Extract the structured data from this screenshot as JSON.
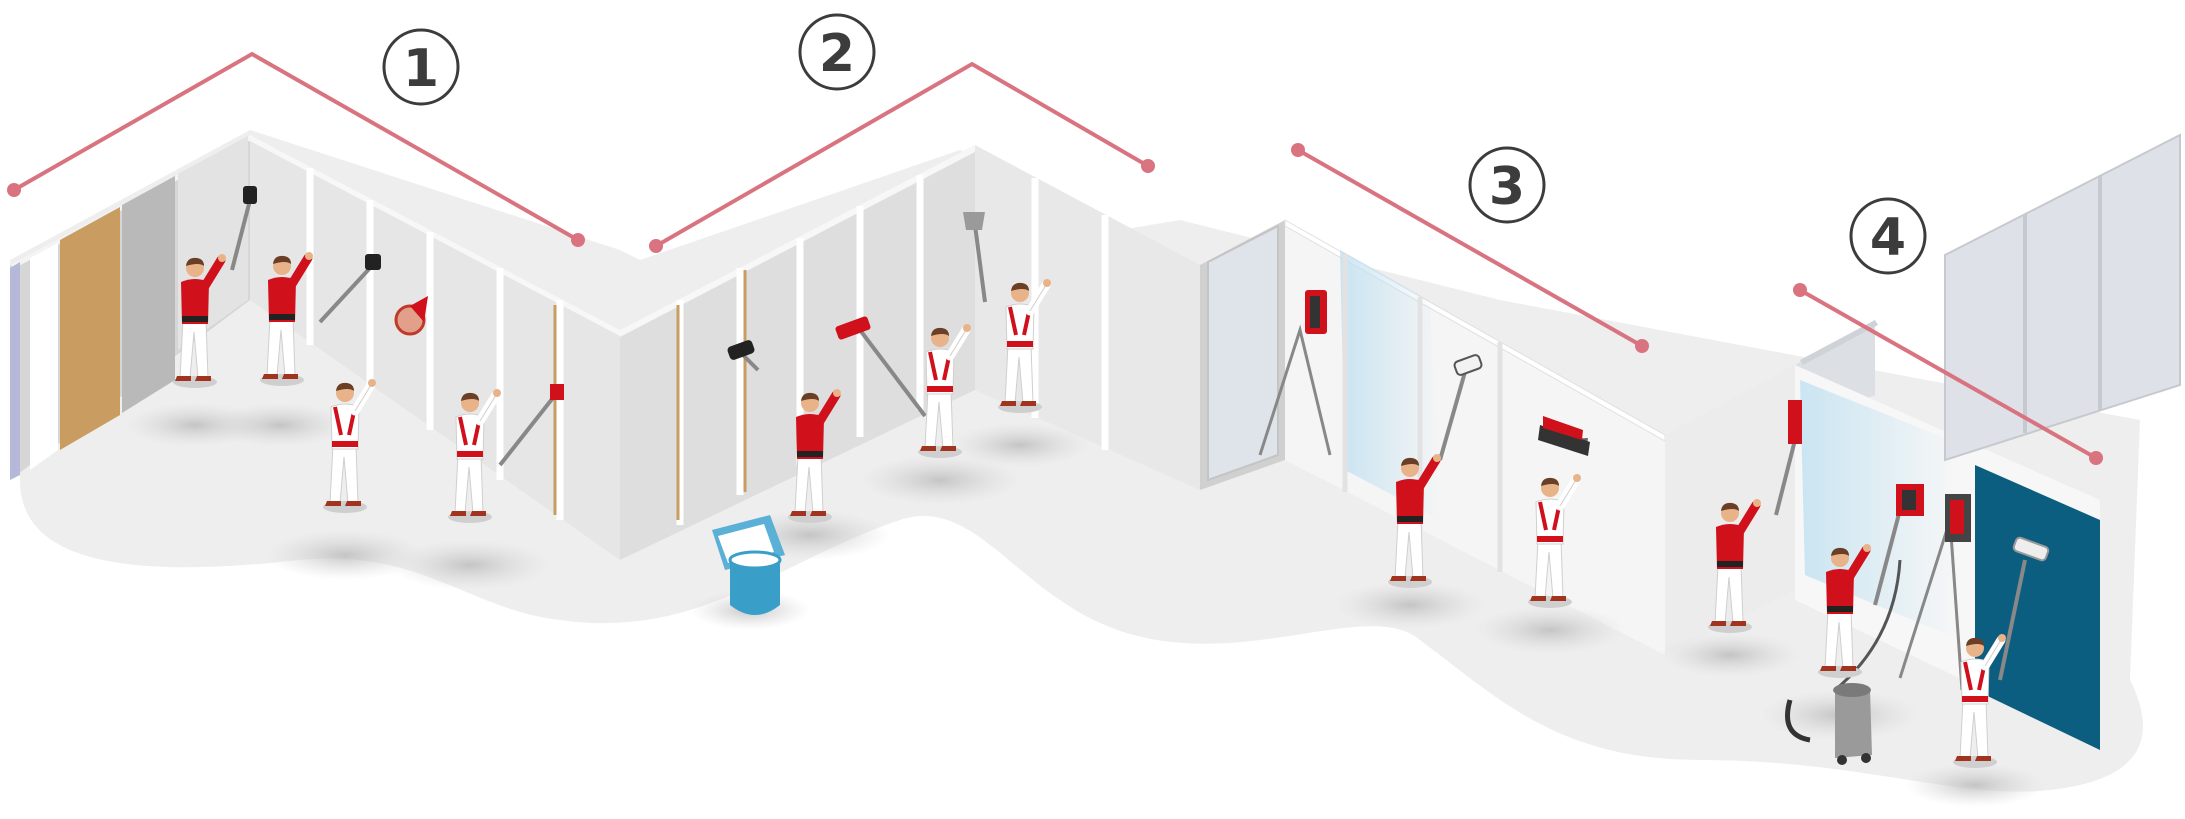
{
  "steps": [
    {
      "number": "1"
    },
    {
      "number": "2"
    },
    {
      "number": "3"
    },
    {
      "number": "4"
    }
  ],
  "colors": {
    "accent_line": "#d9737f",
    "shirt_red": "#d0101b",
    "floor": "#eeeeee",
    "floor_shadow": "#dcdcdc",
    "wall": "#ffffff",
    "panel": "#e1e1e1",
    "gypsum": "#c99d62",
    "blue_wall": "#0b5e80",
    "bucket": "#3a9fc8"
  },
  "icons": [
    "paint-roller-icon",
    "spatula-icon",
    "sanding-pole-icon",
    "paint-bucket-icon",
    "vacuum-cleaner-icon",
    "tape-roll-icon",
    "worker-icon"
  ]
}
